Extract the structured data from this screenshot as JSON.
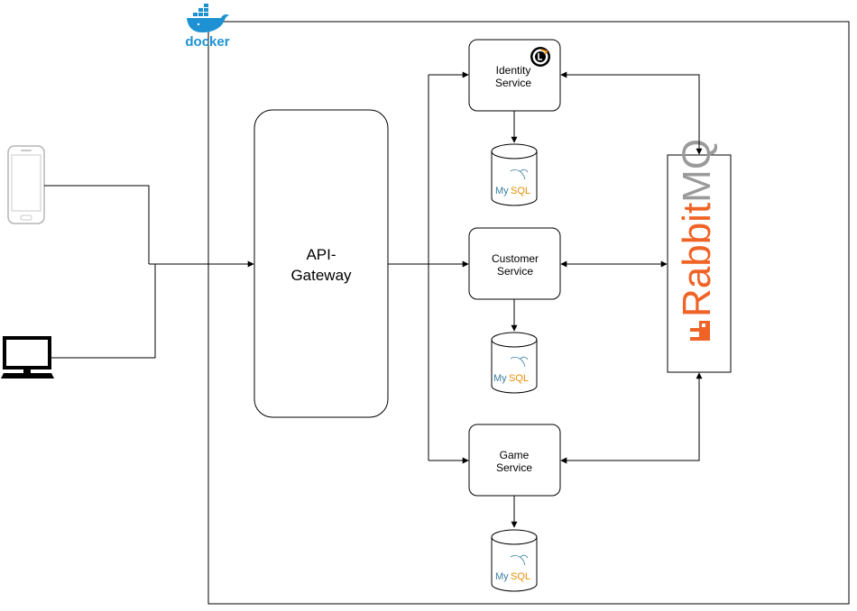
{
  "colors": {
    "docker_blue": "#1d91d2",
    "rabbit_orange": "#f06326",
    "rabbit_gray": "#9a9a9a",
    "mysql_blue": "#3a7fa0",
    "mysql_orange": "#e48e00",
    "line": "#000000"
  },
  "docker": {
    "label": "docker",
    "icon": "docker-whale-icon"
  },
  "clients": [
    {
      "name": "smartphone",
      "icon": "smartphone-icon"
    },
    {
      "name": "desktop",
      "icon": "desktop-monitor-icon"
    }
  ],
  "gateway": {
    "line1": "API-",
    "line2": "Gateway"
  },
  "services": {
    "identity": {
      "line1": "Identity",
      "line2": "Service",
      "badge_icon": "identity-server-icon"
    },
    "customer": {
      "line1": "Customer",
      "line2": "Service"
    },
    "game": {
      "line1": "Game",
      "line2": "Service"
    }
  },
  "databases": [
    {
      "my": "My",
      "sql": "SQL",
      "icon": "mysql-dolphin-icon"
    },
    {
      "my": "My",
      "sql": "SQL",
      "icon": "mysql-dolphin-icon"
    },
    {
      "my": "My",
      "sql": "SQL",
      "icon": "mysql-dolphin-icon"
    }
  ],
  "broker": {
    "part1": "Rabbit",
    "part2": "MQ",
    "icon": "rabbitmq-logo-icon"
  }
}
